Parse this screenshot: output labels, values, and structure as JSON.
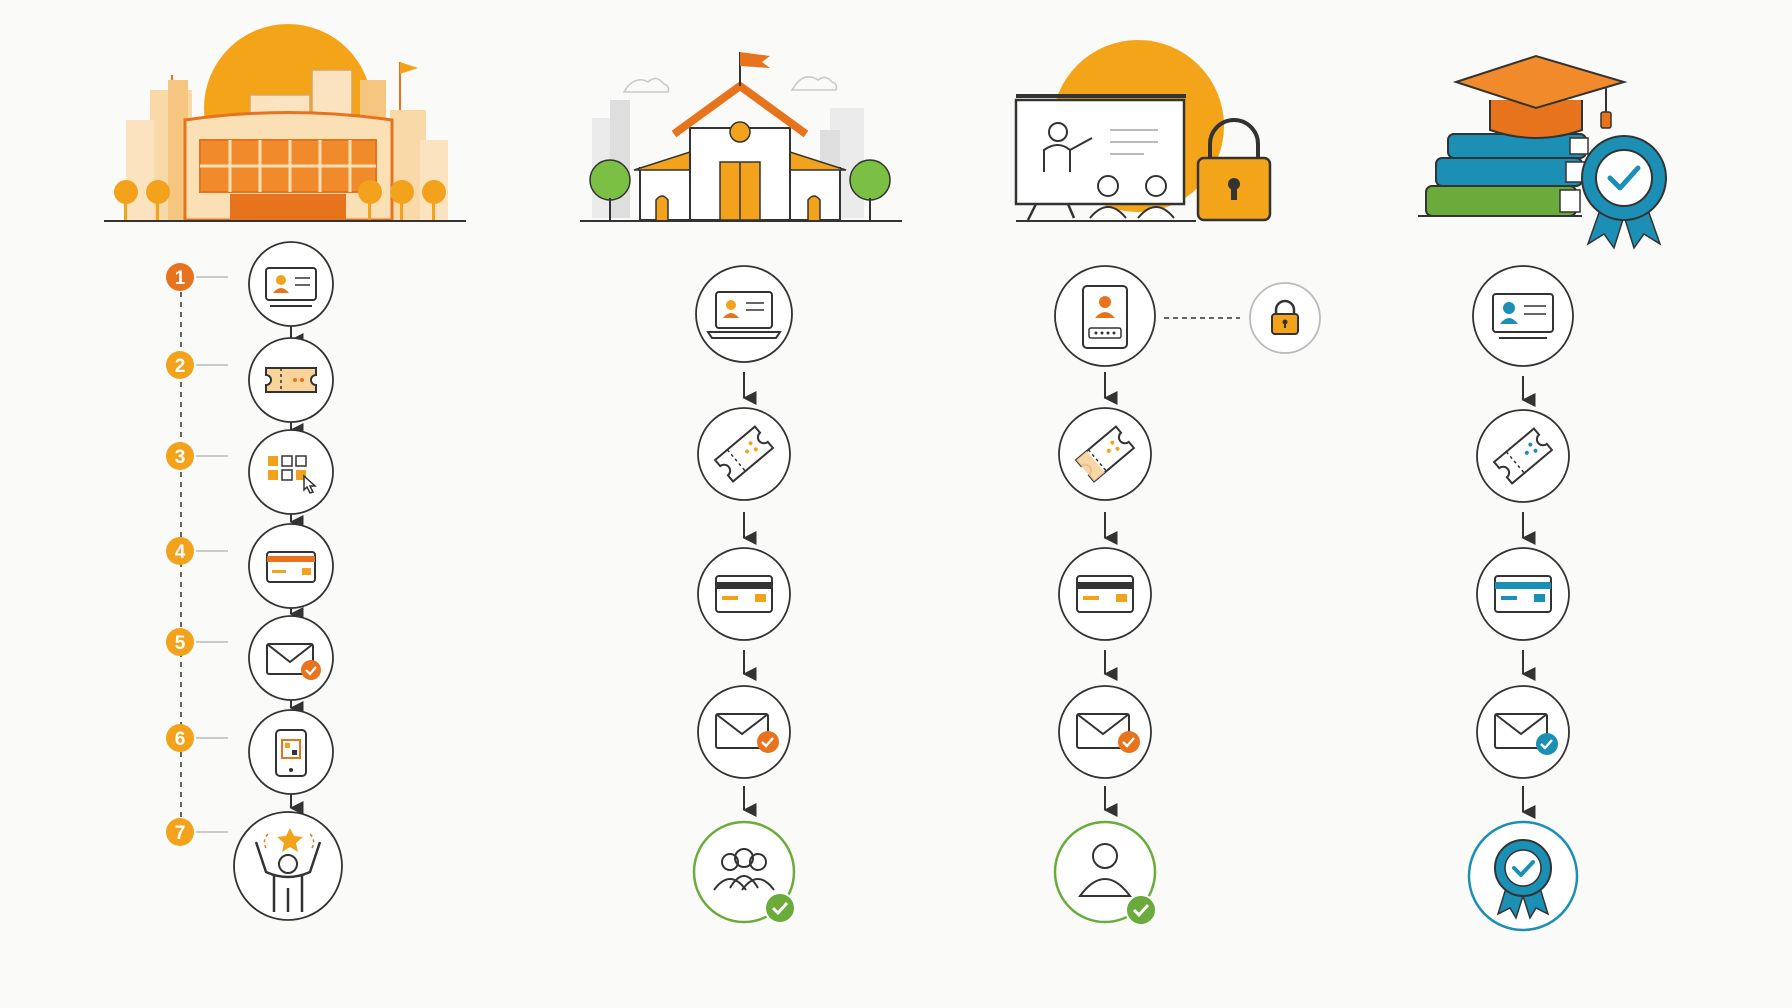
{
  "colors": {
    "orange": "#f2a21b",
    "deep_orange": "#e8731d",
    "light_orange": "#f8d39a",
    "blue": "#1b8fb4",
    "green": "#6aab3c",
    "gray": "#cfcfcf",
    "line": "#333333"
  },
  "columns": [
    {
      "id": "city",
      "header_icon": "city-campus-illustration",
      "accent": "#e8731d",
      "steps": [
        "id-card-icon",
        "ticket-icon",
        "seat-grid-select-icon",
        "credit-card-icon",
        "email-check-icon",
        "phone-qr-icon",
        "celebrating-person-icon"
      ],
      "step_numbers": [
        "1",
        "2",
        "3",
        "4",
        "5",
        "6",
        "7"
      ]
    },
    {
      "id": "school",
      "header_icon": "school-house-illustration",
      "accent": "#e8731d",
      "steps": [
        "laptop-profile-icon",
        "ticket-icon",
        "credit-card-icon",
        "email-check-icon",
        "group-check-icon"
      ]
    },
    {
      "id": "classroom",
      "header_icon": "presentation-lock-illustration",
      "accent": "#e8731d",
      "steps": [
        "login-profile-icon",
        "ticket-icon",
        "credit-card-icon",
        "email-check-icon",
        "person-check-icon"
      ],
      "side_icon": "padlock-icon"
    },
    {
      "id": "graduation",
      "header_icon": "books-graduation-cap-illustration",
      "accent": "#1b8fb4",
      "steps": [
        "id-card-icon",
        "ticket-icon",
        "credit-card-icon",
        "email-check-icon",
        "award-badge-icon"
      ]
    }
  ]
}
